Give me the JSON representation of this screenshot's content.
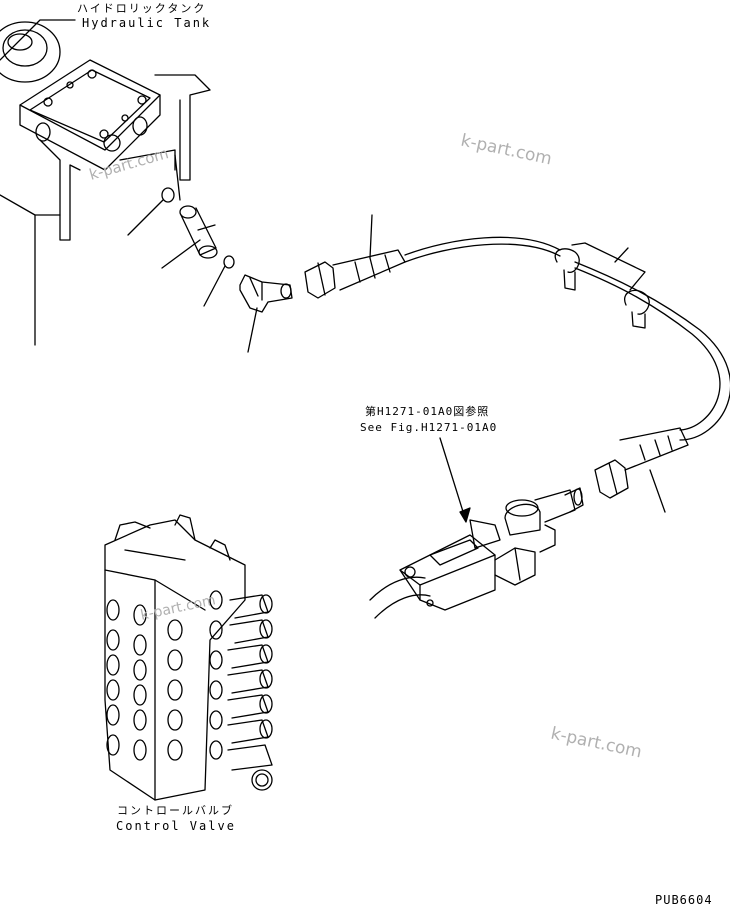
{
  "labels": {
    "hydraulic_tank_jp": "ハイドロリックタンク",
    "hydraulic_tank_en": "Hydraulic Tank",
    "ref_jp": "第H1271-01A0図参照",
    "ref_en": "See Fig.H1271-01A0",
    "control_valve_jp": "コントロールバルブ",
    "control_valve_en": "Control Valve",
    "drawing_code": "PUB6604"
  },
  "watermarks": [
    "k-part.com",
    "k-part.com",
    "k-part.com",
    "k-part.com"
  ],
  "colors": {
    "line": "#000000",
    "watermark": "#b0b0b0"
  }
}
